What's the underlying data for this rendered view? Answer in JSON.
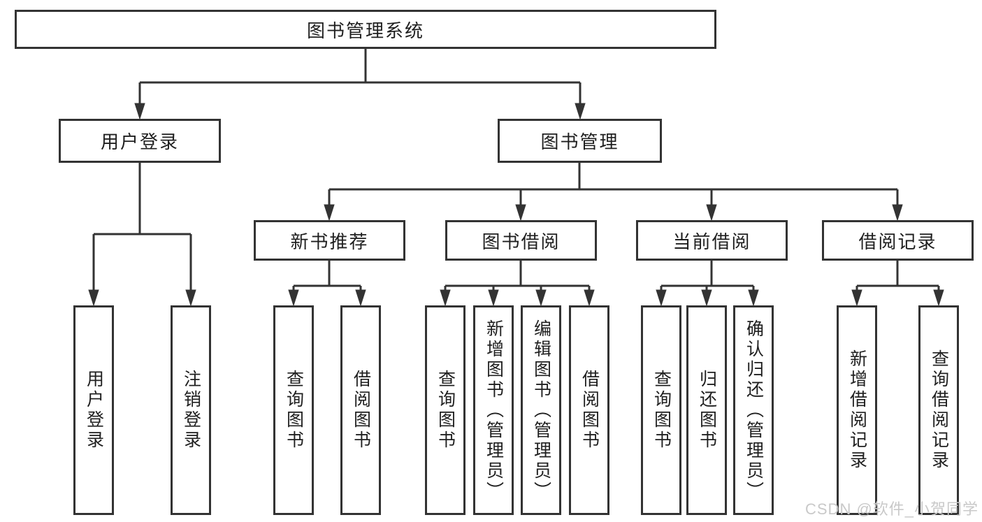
{
  "diagram": {
    "root": {
      "label": "图书管理系统"
    },
    "branches": [
      {
        "label": "用户登录",
        "children": [
          {
            "label": "用户登录"
          },
          {
            "label": "注销登录"
          }
        ]
      },
      {
        "label": "图书管理",
        "children": [
          {
            "label": "新书推荐",
            "children": [
              {
                "label": "查询图书"
              },
              {
                "label": "借阅图书"
              }
            ]
          },
          {
            "label": "图书借阅",
            "children": [
              {
                "label": "查询图书"
              },
              {
                "label": "新增图书（管理员）"
              },
              {
                "label": "编辑图书（管理员）"
              },
              {
                "label": "借阅图书"
              }
            ]
          },
          {
            "label": "当前借阅",
            "children": [
              {
                "label": "查询图书"
              },
              {
                "label": "归还图书"
              },
              {
                "label": "确认归还（管理员）"
              }
            ]
          },
          {
            "label": "借阅记录",
            "children": [
              {
                "label": "新增借阅记录"
              },
              {
                "label": "查询借阅记录"
              }
            ]
          }
        ]
      }
    ]
  },
  "watermark": {
    "text": "CSDN @软件_小贺同学"
  },
  "colors": {
    "line": "#333333",
    "text": "#1f1f1f",
    "watermark": "#c9c9c9",
    "background": "#ffffff"
  }
}
